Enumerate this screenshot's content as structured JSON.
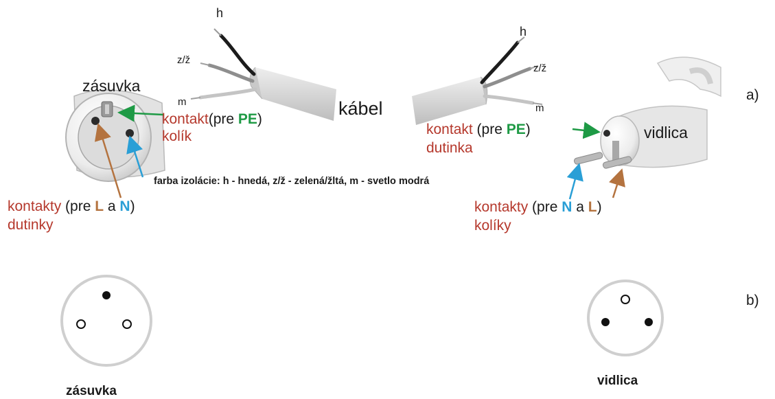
{
  "colors": {
    "label_red": "#b5382c",
    "pe_green": "#1e9a45",
    "neutral_blue": "#2a9fd6",
    "line_brown": "#b4733f",
    "text_black": "#1a1a1a"
  },
  "part_a": {
    "label": "a)",
    "socket": {
      "title": "zásuvka",
      "pe_contact": "kontakt",
      "pe_open": "(pre ",
      "pe_word": "PE",
      "pe_close": ")",
      "pe_type": "kolík",
      "ln_contacts": "kontakty",
      "ln_open": " (pre ",
      "ln_L": "L",
      "ln_and": " a ",
      "ln_N": "N",
      "ln_close": ")",
      "ln_type": "dutinky"
    },
    "cable": {
      "title": "kábel",
      "wires_left": [
        "h",
        "z/ž",
        "m"
      ],
      "wires_right": [
        "h",
        "z/ž",
        "m"
      ]
    },
    "plug": {
      "title": "vidlica",
      "pe_contact": "kontakt",
      "pe_open": " (pre ",
      "pe_word": "PE",
      "pe_close": ")",
      "pe_type": "dutinka",
      "ln_contacts": "kontakty",
      "ln_open": " (pre ",
      "ln_N": "N",
      "ln_and": " a ",
      "ln_L": "L",
      "ln_close": ")",
      "ln_type": "kolíky"
    },
    "insulation_note": "farba izolácie: h - hnedá,  z/ž - zelená/žltá, m - svetlo modrá"
  },
  "part_b": {
    "label": "b)",
    "socket_caption": "zásuvka",
    "plug_caption": "vidlica"
  }
}
